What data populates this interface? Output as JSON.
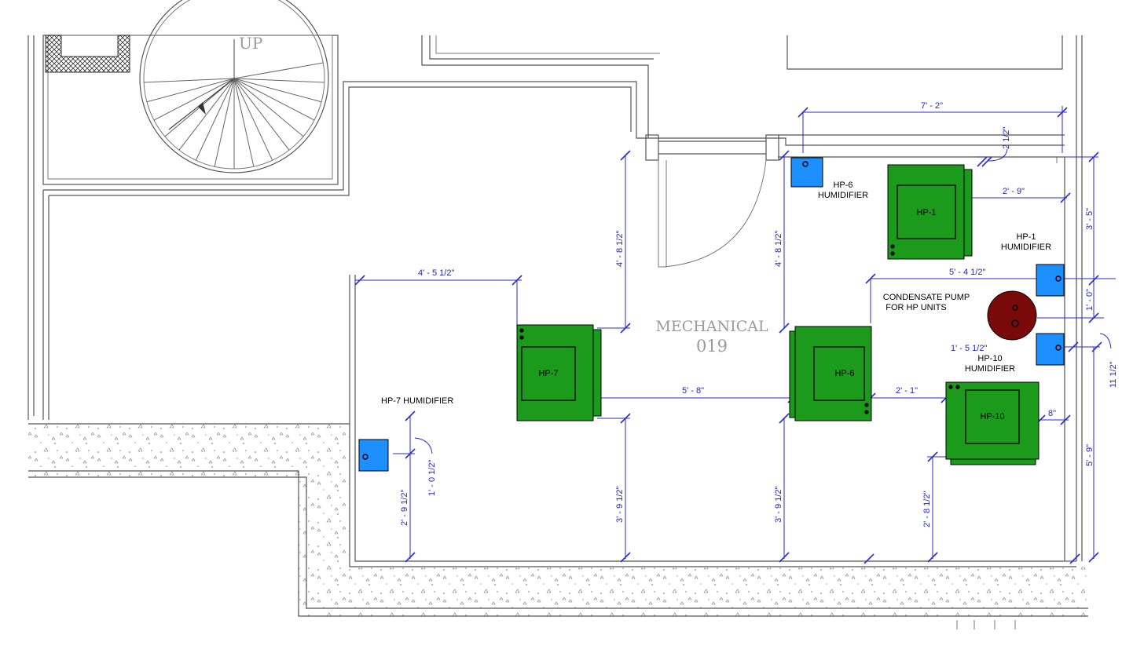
{
  "room": {
    "name": "MECHANICAL",
    "number": "019"
  },
  "stair": {
    "label": "UP"
  },
  "units": [
    {
      "id": "hp1",
      "label": "HP-1"
    },
    {
      "id": "hp6",
      "label": "HP-6"
    },
    {
      "id": "hp7",
      "label": "HP-7"
    },
    {
      "id": "hp10",
      "label": "HP-10"
    }
  ],
  "humidifiers": {
    "hp6": [
      "HP-6",
      "HUMIDIFIER"
    ],
    "hp1": [
      "HP-1",
      "HUMIDIFIER"
    ],
    "hp10": [
      "HP-10",
      "HUMIDIFIER"
    ],
    "hp7": [
      "HP-7 HUMIDIFIER"
    ]
  },
  "pump": [
    "CONDENSATE PUMP",
    "FOR HP UNITS"
  ],
  "dimensions": {
    "d_7_2": "7' - 2\"",
    "d_2_half": "2 1/2\"",
    "d_2_9": "2' - 9\"",
    "d_3_5": "3' - 5\"",
    "d_4_8_half_a": "4' - 8 1/2\"",
    "d_4_8_half_b": "4' - 8 1/2\"",
    "d_4_5_half": "4' - 5 1/2\"",
    "d_5_4_half": "5' - 4 1/2\"",
    "d_1_0": "1' - 0\"",
    "d_1_5_half": "1' - 5 1/2\"",
    "d_11_half": "11 1/2\"",
    "d_5_8": "5' - 8\"",
    "d_2_1": "2' - 1\"",
    "d_8": "8\"",
    "d_5_9": "5' - 9\"",
    "d_1_0_half": "1' - 0 1/2\"",
    "d_2_9_half": "2' - 9 1/2\"",
    "d_3_9_half_a": "3' - 9 1/2\"",
    "d_3_9_half_b": "3' - 9 1/2\"",
    "d_2_8_half": "2' - 8 1/2\""
  },
  "colors": {
    "unit": "#1b9a1b",
    "humidifier": "#1e8fff",
    "pump": "#7a0a0a",
    "dimension": "#2a2ad8"
  }
}
